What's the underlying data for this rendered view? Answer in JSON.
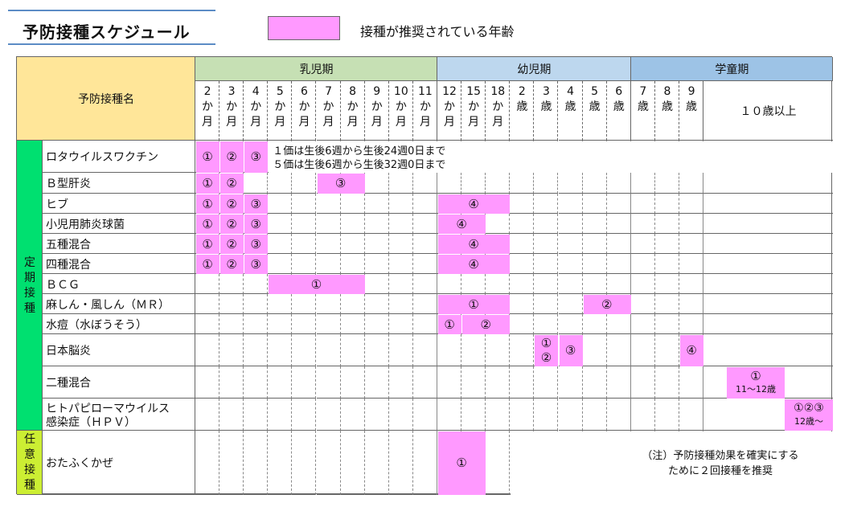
{
  "title": "予防接種スケジュール",
  "legend": {
    "label": "接種が推奨されている年齢",
    "color": "#ff99ff"
  },
  "header": {
    "vaccine_name": "予防接種名",
    "periods": [
      {
        "label": "乳児期",
        "color": "#c6e0b4"
      },
      {
        "label": "幼児期",
        "color": "#bdd7ee"
      },
      {
        "label": "学童期",
        "color": "#9dc3e6"
      }
    ],
    "ages": [
      {
        "n": "2",
        "u": "か月"
      },
      {
        "n": "3",
        "u": "か月"
      },
      {
        "n": "4",
        "u": "か月"
      },
      {
        "n": "5",
        "u": "か月"
      },
      {
        "n": "6",
        "u": "か月"
      },
      {
        "n": "7",
        "u": "か月"
      },
      {
        "n": "8",
        "u": "か月"
      },
      {
        "n": "9",
        "u": "か月"
      },
      {
        "n": "10",
        "u": "か月"
      },
      {
        "n": "11",
        "u": "か月"
      },
      {
        "n": "12",
        "u": "か月"
      },
      {
        "n": "15",
        "u": "か月"
      },
      {
        "n": "18",
        "u": "か月"
      },
      {
        "n": "2",
        "u": "歳"
      },
      {
        "n": "3",
        "u": "歳"
      },
      {
        "n": "4",
        "u": "歳"
      },
      {
        "n": "5",
        "u": "歳"
      },
      {
        "n": "6",
        "u": "歳"
      },
      {
        "n": "7",
        "u": "歳"
      },
      {
        "n": "8",
        "u": "歳"
      },
      {
        "n": "9",
        "u": "歳"
      }
    ],
    "ten_plus": "１０歳以上"
  },
  "categories": [
    {
      "label": "定期接種",
      "color": "#00e070"
    },
    {
      "label": "任意接種",
      "color": "#ccee33"
    }
  ],
  "vaccines": [
    {
      "name": "ロタウイルスワクチン",
      "doses": [
        "①",
        "②",
        "③"
      ],
      "notes": [
        "１価は生後6週から生後24週0日まで",
        "５価は生後6週から生後32週0日まで"
      ]
    },
    {
      "name": "Ｂ型肝炎",
      "doses": [
        "①",
        "②",
        "③"
      ]
    },
    {
      "name": "ヒブ",
      "doses": [
        "①",
        "②",
        "③",
        "④"
      ]
    },
    {
      "name": "小児用肺炎球菌",
      "doses": [
        "①",
        "②",
        "③",
        "④"
      ]
    },
    {
      "name": "五種混合",
      "doses": [
        "①",
        "②",
        "③",
        "④"
      ]
    },
    {
      "name": "四種混合",
      "doses": [
        "①",
        "②",
        "③",
        "④"
      ]
    },
    {
      "name": "ＢＣＧ",
      "doses": [
        "①"
      ]
    },
    {
      "name": "麻しん・風しん（ＭＲ）",
      "doses": [
        "①",
        "②"
      ]
    },
    {
      "name": "水痘（水ぼうそう）",
      "doses": [
        "①",
        "②"
      ]
    },
    {
      "name": "日本脳炎",
      "doses": [
        "①",
        "②",
        "③",
        "④"
      ]
    },
    {
      "name": "二種混合",
      "doses": [
        "①"
      ],
      "sub": "11～12歳"
    },
    {
      "name": "ヒトパピローマウイルス感染症（ＨＰＶ）",
      "name_lines": [
        "ヒトパピローマウイルス",
        "感染症（ＨＰＶ）"
      ],
      "doses": [
        "①②③"
      ],
      "sub": "12歳～"
    },
    {
      "name": "おたふくかぜ",
      "doses": [
        "①"
      ]
    }
  ],
  "note": {
    "lines": [
      "（注）予防接種効果を確実にする",
      "ために２回接種を推奨"
    ]
  }
}
